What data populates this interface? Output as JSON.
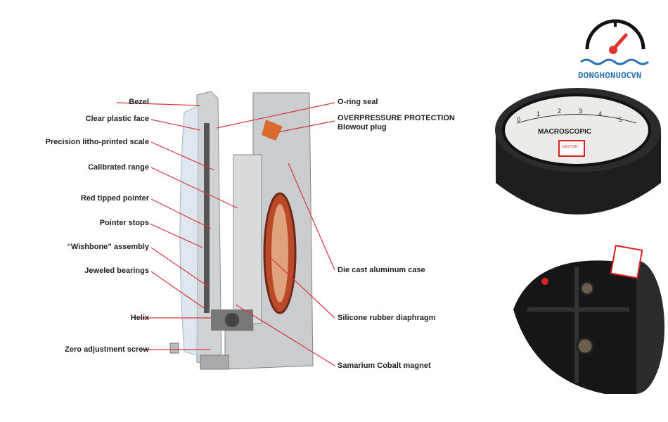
{
  "diagram": {
    "left_labels": [
      "Bezel",
      "Clear plastic face",
      "Precision litho-printed scale",
      "Calibrated range",
      "Red tipped pointer",
      "Pointer stops",
      "“Wishbone” assembly",
      "Jeweled bearings",
      "Helix",
      "Zero adjustment screw"
    ],
    "right_labels": {
      "oring": "O-ring seal",
      "overpressure": "OVERPRESSURE PROTECTION",
      "blowout": "Blowout plug",
      "case": "Die cast aluminum case",
      "diaphragm": "Silicone rubber diaphragm",
      "magnet": "Samarium Cobalt magnet"
    },
    "leader_color": "#d9363e"
  },
  "logo": {
    "text": "DONGHONUOCVN",
    "brand_color": "#2a72b8",
    "needle_color": "#e0332e"
  },
  "gauge": {
    "brand": "MACROSCOPIC",
    "scale": [
      "0",
      "1",
      "2",
      "3",
      "4",
      "5"
    ],
    "caution": "CAUTION"
  }
}
